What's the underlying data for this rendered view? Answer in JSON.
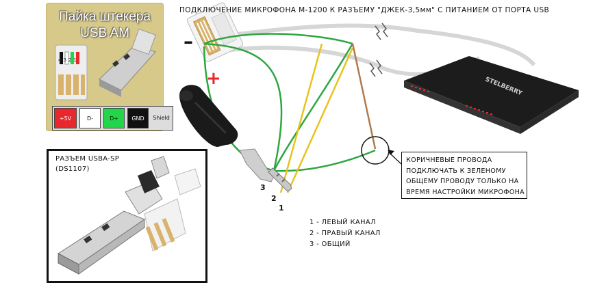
{
  "title": "ПОДКЛЮЧЕНИЕ МИКРОФОНА М-1200 К РАЗЪЕМУ \"ДЖЕК-3,5мм\" С ПИТАНИЕМ ОТ ПОРТА USB",
  "usb_panel": {
    "title_line1": "Пайка штекера",
    "title_line2": "USB AM",
    "pins": [
      {
        "label": "+5V",
        "bg": "#e8282c",
        "color": "#ffffff"
      },
      {
        "label": "D-",
        "bg": "#ffffff",
        "color": "#111111"
      },
      {
        "label": "D+",
        "bg": "#22d64a",
        "color": "#111111"
      },
      {
        "label": "GND",
        "bg": "#111111",
        "color": "#ffffff"
      },
      {
        "label": "Shield",
        "bg": "#dddddd",
        "color": "#111111"
      }
    ],
    "contact_digits": [
      "4",
      "3",
      "2",
      "1"
    ]
  },
  "connector_panel": {
    "title_line1": "РАЗЪЕМ USBA-SP",
    "title_line2": "(DS1107)"
  },
  "signs": {
    "minus": "–",
    "plus": "+"
  },
  "jack_numbers": [
    "3",
    "2",
    "1"
  ],
  "legend": [
    "1 - ЛЕВЫЙ КАНАЛ",
    "2 - ПРАВЫЙ КАНАЛ",
    "3 - ОБЩИЙ"
  ],
  "note": [
    "КОРИЧНЕВЫЕ ПРОВОДА",
    "ПОДКЛЮЧАТЬ К ЗЕЛЕНОМУ",
    "ОБЩЕМУ ПРОВОДУ ТОЛЬКО НА",
    "ВРЕМЯ НАСТРОЙКИ МИКРОФОНА"
  ],
  "device_brand": "STELBERRY",
  "wire_colors": {
    "green": "#2ea640",
    "yellow": "#e8c21e",
    "brown": "#b07a4e",
    "white_cable": "#d6d6d6"
  }
}
